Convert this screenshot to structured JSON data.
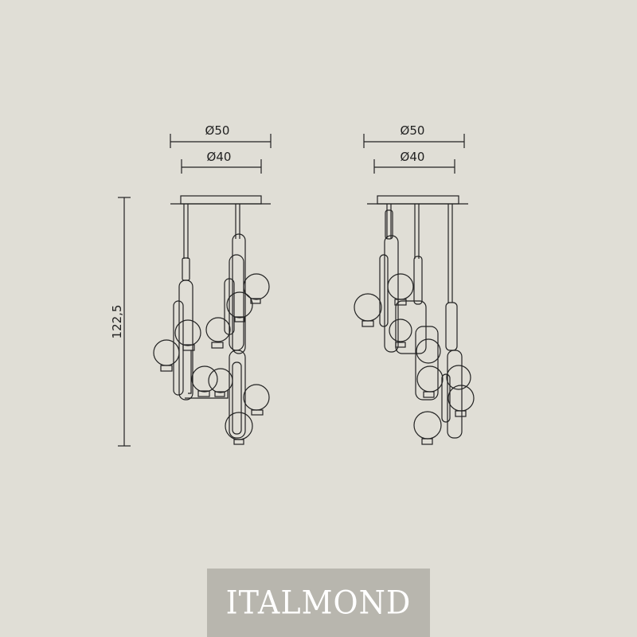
{
  "views": [
    {
      "name": "left-view",
      "diameter_outer_label": "Ø50",
      "diameter_inner_label": "Ø40",
      "height_label": "122,5"
    },
    {
      "name": "right-view",
      "diameter_outer_label": "Ø50",
      "diameter_inner_label": "Ø40"
    }
  ],
  "logo": {
    "text": "ITALMOND"
  },
  "colors": {
    "background": "#e0ded6",
    "line": "#222222",
    "logo_box": "#b8b6ae",
    "logo_text": "#ffffff"
  }
}
